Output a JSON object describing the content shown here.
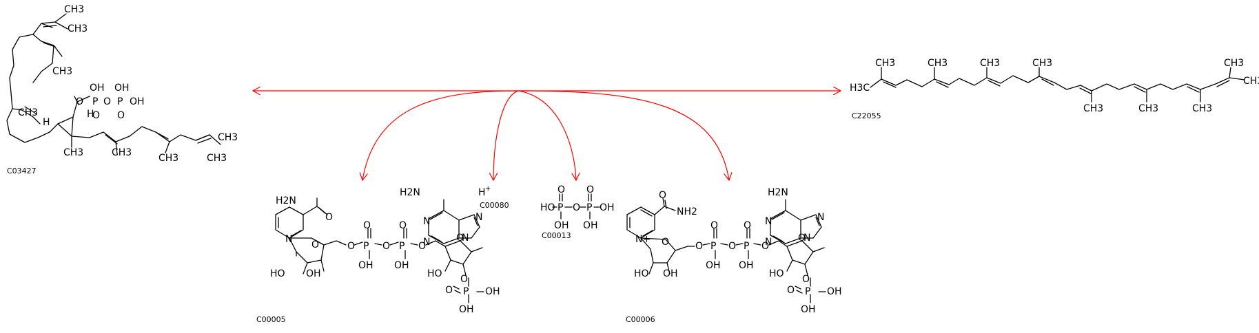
{
  "colors": {
    "arrow": "#ff0000",
    "structure": "#000000",
    "background": "#ffffff"
  },
  "compounds": {
    "c03427": {
      "id": "C03427"
    },
    "c22055": {
      "id": "C22055"
    },
    "c00005": {
      "id": "C00005"
    },
    "c00080": {
      "id": "C00080",
      "formula": "H",
      "charge": "+"
    },
    "c00013": {
      "id": "C00013"
    },
    "c00006": {
      "id": "C00006"
    }
  },
  "labels": {
    "ch3": "CH3",
    "h3c": "H3C",
    "oh": "OH",
    "ho": "HO",
    "o": "O",
    "p": "P",
    "n": "N",
    "nplus": "N+",
    "h": "H",
    "h2n": "H2N",
    "nh2": "NH2"
  }
}
